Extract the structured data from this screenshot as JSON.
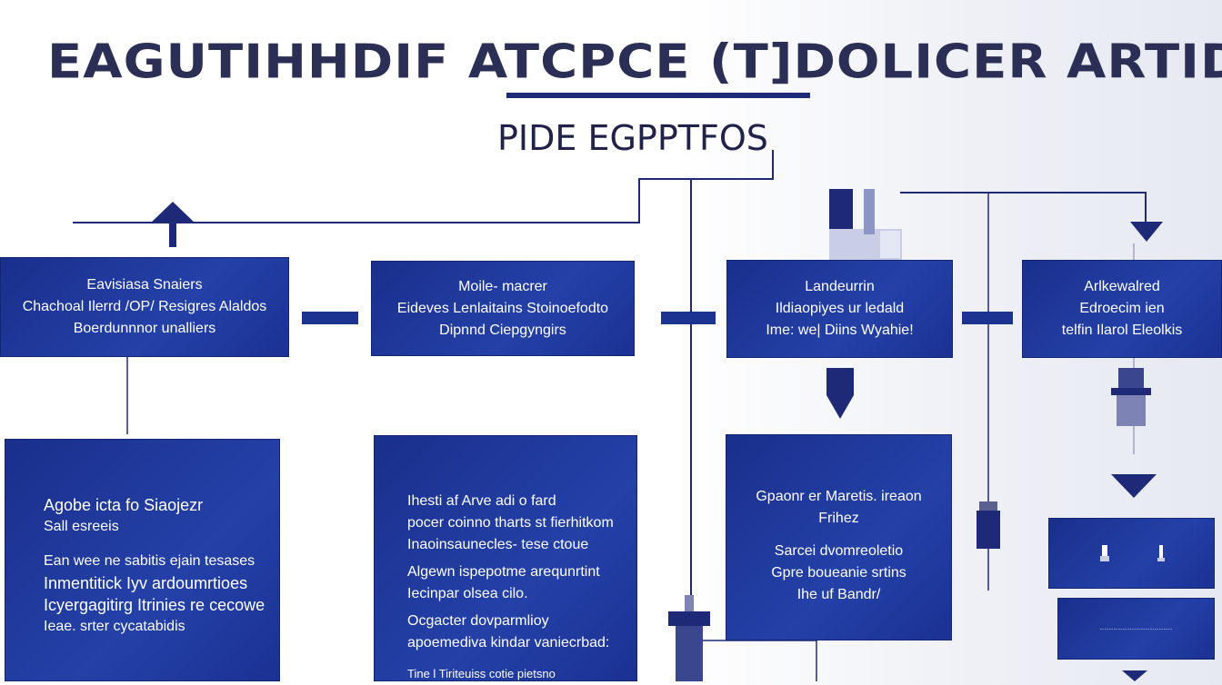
{
  "title": "EAGUTIHHDIF ATCPCE (T]DOLICER ARTIDALA",
  "subtitle": "PIDE EGPPTFOS",
  "colors": {
    "box_fill": "#1d3391",
    "line": "#1e2a78",
    "title": "#2b2f55"
  },
  "top_row": [
    {
      "lines": [
        "Eavisiasa Snaiers",
        "Chachoal Ilerrd /OP/ Resigres Alaldos",
        "Boerdunnnor unalliers"
      ]
    },
    {
      "lines": [
        "Moile- macrer",
        "Eideves Lenlaitains Stoinoefodto",
        "Dipnnd Ciepgyngirs"
      ]
    },
    {
      "lines": [
        "Landeurrin",
        "Ildiaopiyes ur ledald",
        "Ime: we| Diins Wyahie!"
      ]
    },
    {
      "lines": [
        "Arlkewalred",
        "Edroecim ien",
        "telfin Ilarol Eleolkis"
      ]
    }
  ],
  "bottom_row": [
    {
      "lines": [
        "Agobe icta fo Siaojezr",
        "Sall esreeis",
        "Ean wee ne sabitis ejain tesases",
        "Inmentitick Iyv ardoumrtioes",
        "Icyergagitirg Itrinies re cecowe",
        "Ieae. srter cycatabidis"
      ]
    },
    {
      "lines": [
        "Ihesti af Arve adi o fard",
        "pocer coinno tharts st fierhitkom",
        "Inaoinsaunecles- tese ctoue",
        "Algewn ispepotme arequnrtint",
        "Iecinpar olsea cilo.",
        "Ocgacter dovparmlioy",
        "apoemediva kindar vaniecrbad:",
        "Tine l Tiriteuiss cotie pietsno"
      ]
    },
    {
      "lines": [
        "Gpaonr er Maretis. ireaon",
        "Frihez",
        "Sarcei dvomreoletio",
        "Gpre boueanie srtins",
        "Ihe uf Bandr/"
      ]
    },
    {
      "lines": [
        "",
        ""
      ]
    },
    {
      "lines": [
        "................................................"
      ]
    }
  ]
}
